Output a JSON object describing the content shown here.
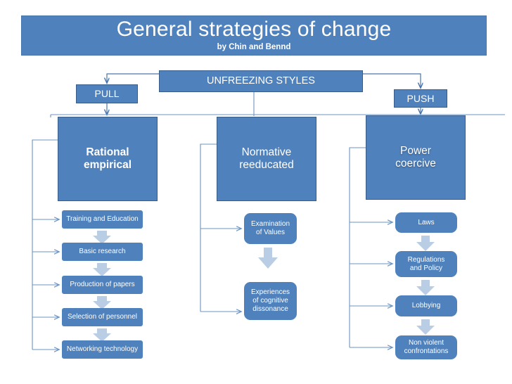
{
  "header": {
    "title": "General strategies of change",
    "subtitle": "by Chin and Bennd",
    "box_color": "#4f81bd",
    "text_color": "#ffffff"
  },
  "top_row": {
    "center_label": "UNFREEZING STYLES",
    "left_label": "PULL",
    "right_label": "PUSH"
  },
  "categories": [
    {
      "id": "rational",
      "label": "Rational\nempirical",
      "line1": "Rational",
      "line2": "empirical"
    },
    {
      "id": "normative",
      "label": "Normative\nreeducated",
      "line1": "Normative",
      "line2": "reeducated"
    },
    {
      "id": "power",
      "label": "Power\ncoercive",
      "line1": "Power",
      "line2": "coercive"
    }
  ],
  "columns": {
    "rational_empirical": {
      "shape": "square",
      "items": [
        "Training and Education",
        "Basic research",
        "Production of papers",
        "Selection of personnel",
        "Networking technology"
      ]
    },
    "normative_reeducated": {
      "shape": "rounded",
      "items": [
        "Examination of Values",
        "Experiences of cognitive dissonance"
      ],
      "items_lines": [
        [
          "Examination",
          "of Values"
        ],
        [
          "Experiences",
          "of cognitive",
          "dissonance"
        ]
      ]
    },
    "power_coercive": {
      "shape": "rounded",
      "items": [
        "Laws",
        "Regulations and Policy",
        "Lobbying",
        "Non violent confrontations"
      ],
      "items_lines": [
        [
          "Laws"
        ],
        [
          "Regulations",
          "and Policy"
        ],
        [
          "Lobbying"
        ],
        [
          "Non violent",
          "confrontations"
        ]
      ]
    }
  },
  "colors": {
    "box_fill": "#4f81bd",
    "box_border": "#385d8a",
    "connector": "#6b94c4",
    "flow_arrow": "#b9cde4",
    "background": "#ffffff"
  }
}
